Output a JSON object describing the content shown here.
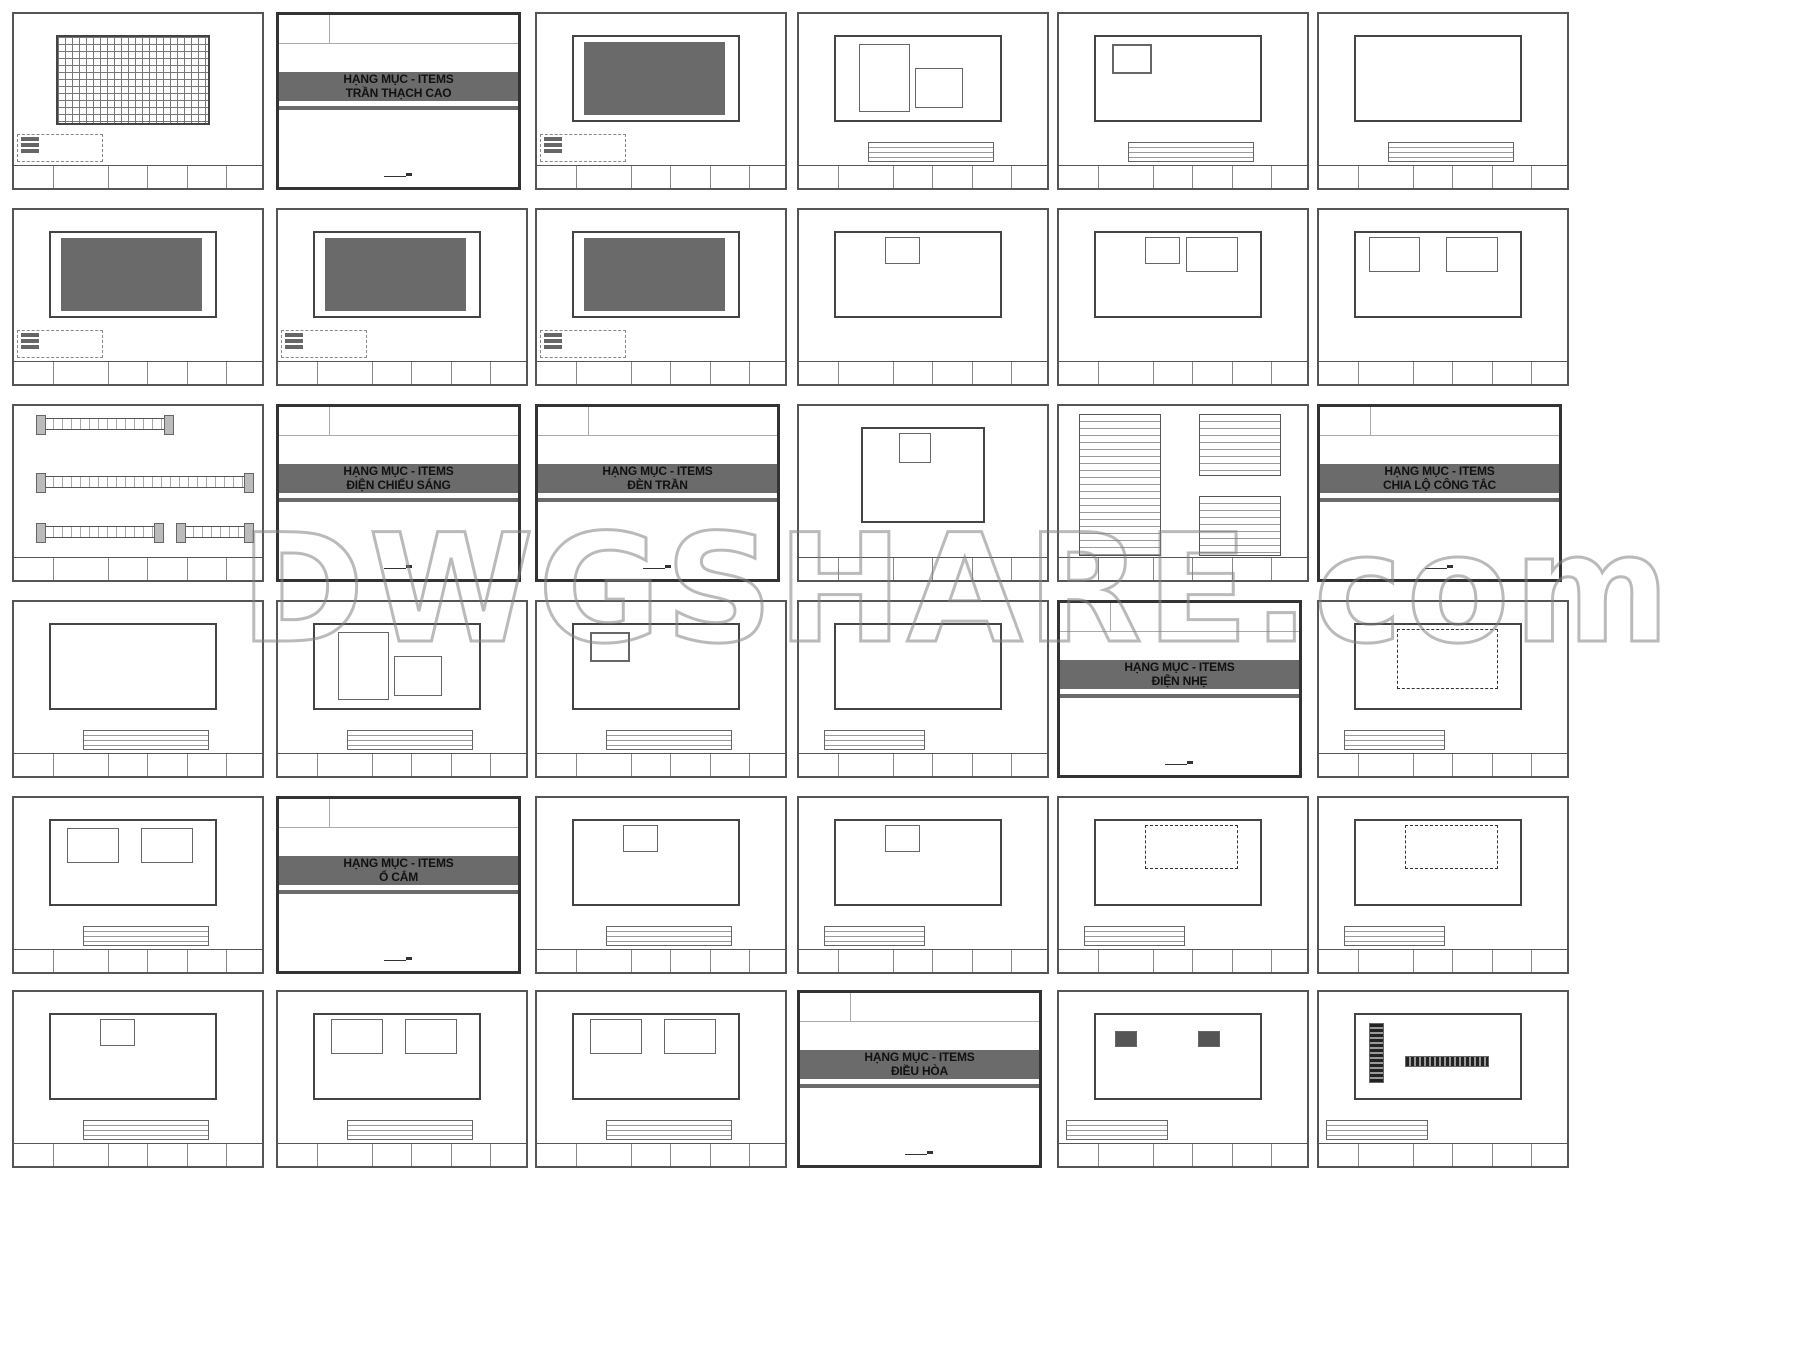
{
  "layout": {
    "rows": 6,
    "columns": 6,
    "sheet_count": 36
  },
  "watermark": {
    "text": "DWGSHARE.com"
  },
  "section_sheets": {
    "heading": "HẠNG MỤC - ITEMS",
    "tran_thach_cao": "TRẦN THẠCH CAO",
    "dien_chieu_sang": "ĐIỆN CHIẾU SÁNG",
    "den_tran": "ĐÈN TRẦN",
    "chia_lo_cong_tac": "CHIA LỘ CÔNG TẮC",
    "dien_nhe": "ĐIỆN NHẸ",
    "o_cam": "Ổ CẮM",
    "dieu_hoa": "ĐIỀU HÒA"
  },
  "colors": {
    "band": "#6b6b6b",
    "fill": "#6a6a6a",
    "line": "#444444"
  },
  "sheets": [
    {
      "row": 1,
      "col": 1,
      "type": "tiled-floor-plan"
    },
    {
      "row": 1,
      "col": 2,
      "type": "section-header",
      "title_key": "tran_thach_cao"
    },
    {
      "row": 1,
      "col": 3,
      "type": "filled-ceiling-plan"
    },
    {
      "row": 1,
      "col": 4,
      "type": "lighting-plan"
    },
    {
      "row": 1,
      "col": 5,
      "type": "lighting-plan"
    },
    {
      "row": 1,
      "col": 6,
      "type": "lighting-plan"
    },
    {
      "row": 2,
      "col": 1,
      "type": "filled-ceiling-plan"
    },
    {
      "row": 2,
      "col": 2,
      "type": "filled-ceiling-plan"
    },
    {
      "row": 2,
      "col": 3,
      "type": "filled-ceiling-plan"
    },
    {
      "row": 2,
      "col": 4,
      "type": "floor-plan"
    },
    {
      "row": 2,
      "col": 5,
      "type": "floor-plan"
    },
    {
      "row": 2,
      "col": 6,
      "type": "floor-plan"
    },
    {
      "row": 3,
      "col": 1,
      "type": "ceiling-sections"
    },
    {
      "row": 3,
      "col": 2,
      "type": "section-header",
      "title_key": "dien_chieu_sang"
    },
    {
      "row": 3,
      "col": 3,
      "type": "section-header",
      "title_key": "den_tran"
    },
    {
      "row": 3,
      "col": 4,
      "type": "floor-plan"
    },
    {
      "row": 3,
      "col": 5,
      "type": "panel-schedule"
    },
    {
      "row": 3,
      "col": 6,
      "type": "section-header",
      "title_key": "chia_lo_cong_tac"
    },
    {
      "row": 4,
      "col": 1,
      "type": "switch-plan"
    },
    {
      "row": 4,
      "col": 2,
      "type": "switch-plan"
    },
    {
      "row": 4,
      "col": 3,
      "type": "switch-plan"
    },
    {
      "row": 4,
      "col": 4,
      "type": "floor-plan"
    },
    {
      "row": 4,
      "col": 5,
      "type": "section-header",
      "title_key": "dien_nhe"
    },
    {
      "row": 4,
      "col": 6,
      "type": "low-voltage-plan"
    },
    {
      "row": 5,
      "col": 1,
      "type": "switch-plan"
    },
    {
      "row": 5,
      "col": 2,
      "type": "section-header",
      "title_key": "o_cam"
    },
    {
      "row": 5,
      "col": 3,
      "type": "floor-plan"
    },
    {
      "row": 5,
      "col": 4,
      "type": "floor-plan"
    },
    {
      "row": 5,
      "col": 5,
      "type": "low-voltage-plan"
    },
    {
      "row": 5,
      "col": 6,
      "type": "low-voltage-plan"
    },
    {
      "row": 6,
      "col": 1,
      "type": "socket-plan"
    },
    {
      "row": 6,
      "col": 2,
      "type": "socket-plan"
    },
    {
      "row": 6,
      "col": 3,
      "type": "socket-plan"
    },
    {
      "row": 6,
      "col": 4,
      "type": "section-header",
      "title_key": "dieu_hoa"
    },
    {
      "row": 6,
      "col": 5,
      "type": "hvac-plan"
    },
    {
      "row": 6,
      "col": 6,
      "type": "hvac-plan"
    }
  ]
}
